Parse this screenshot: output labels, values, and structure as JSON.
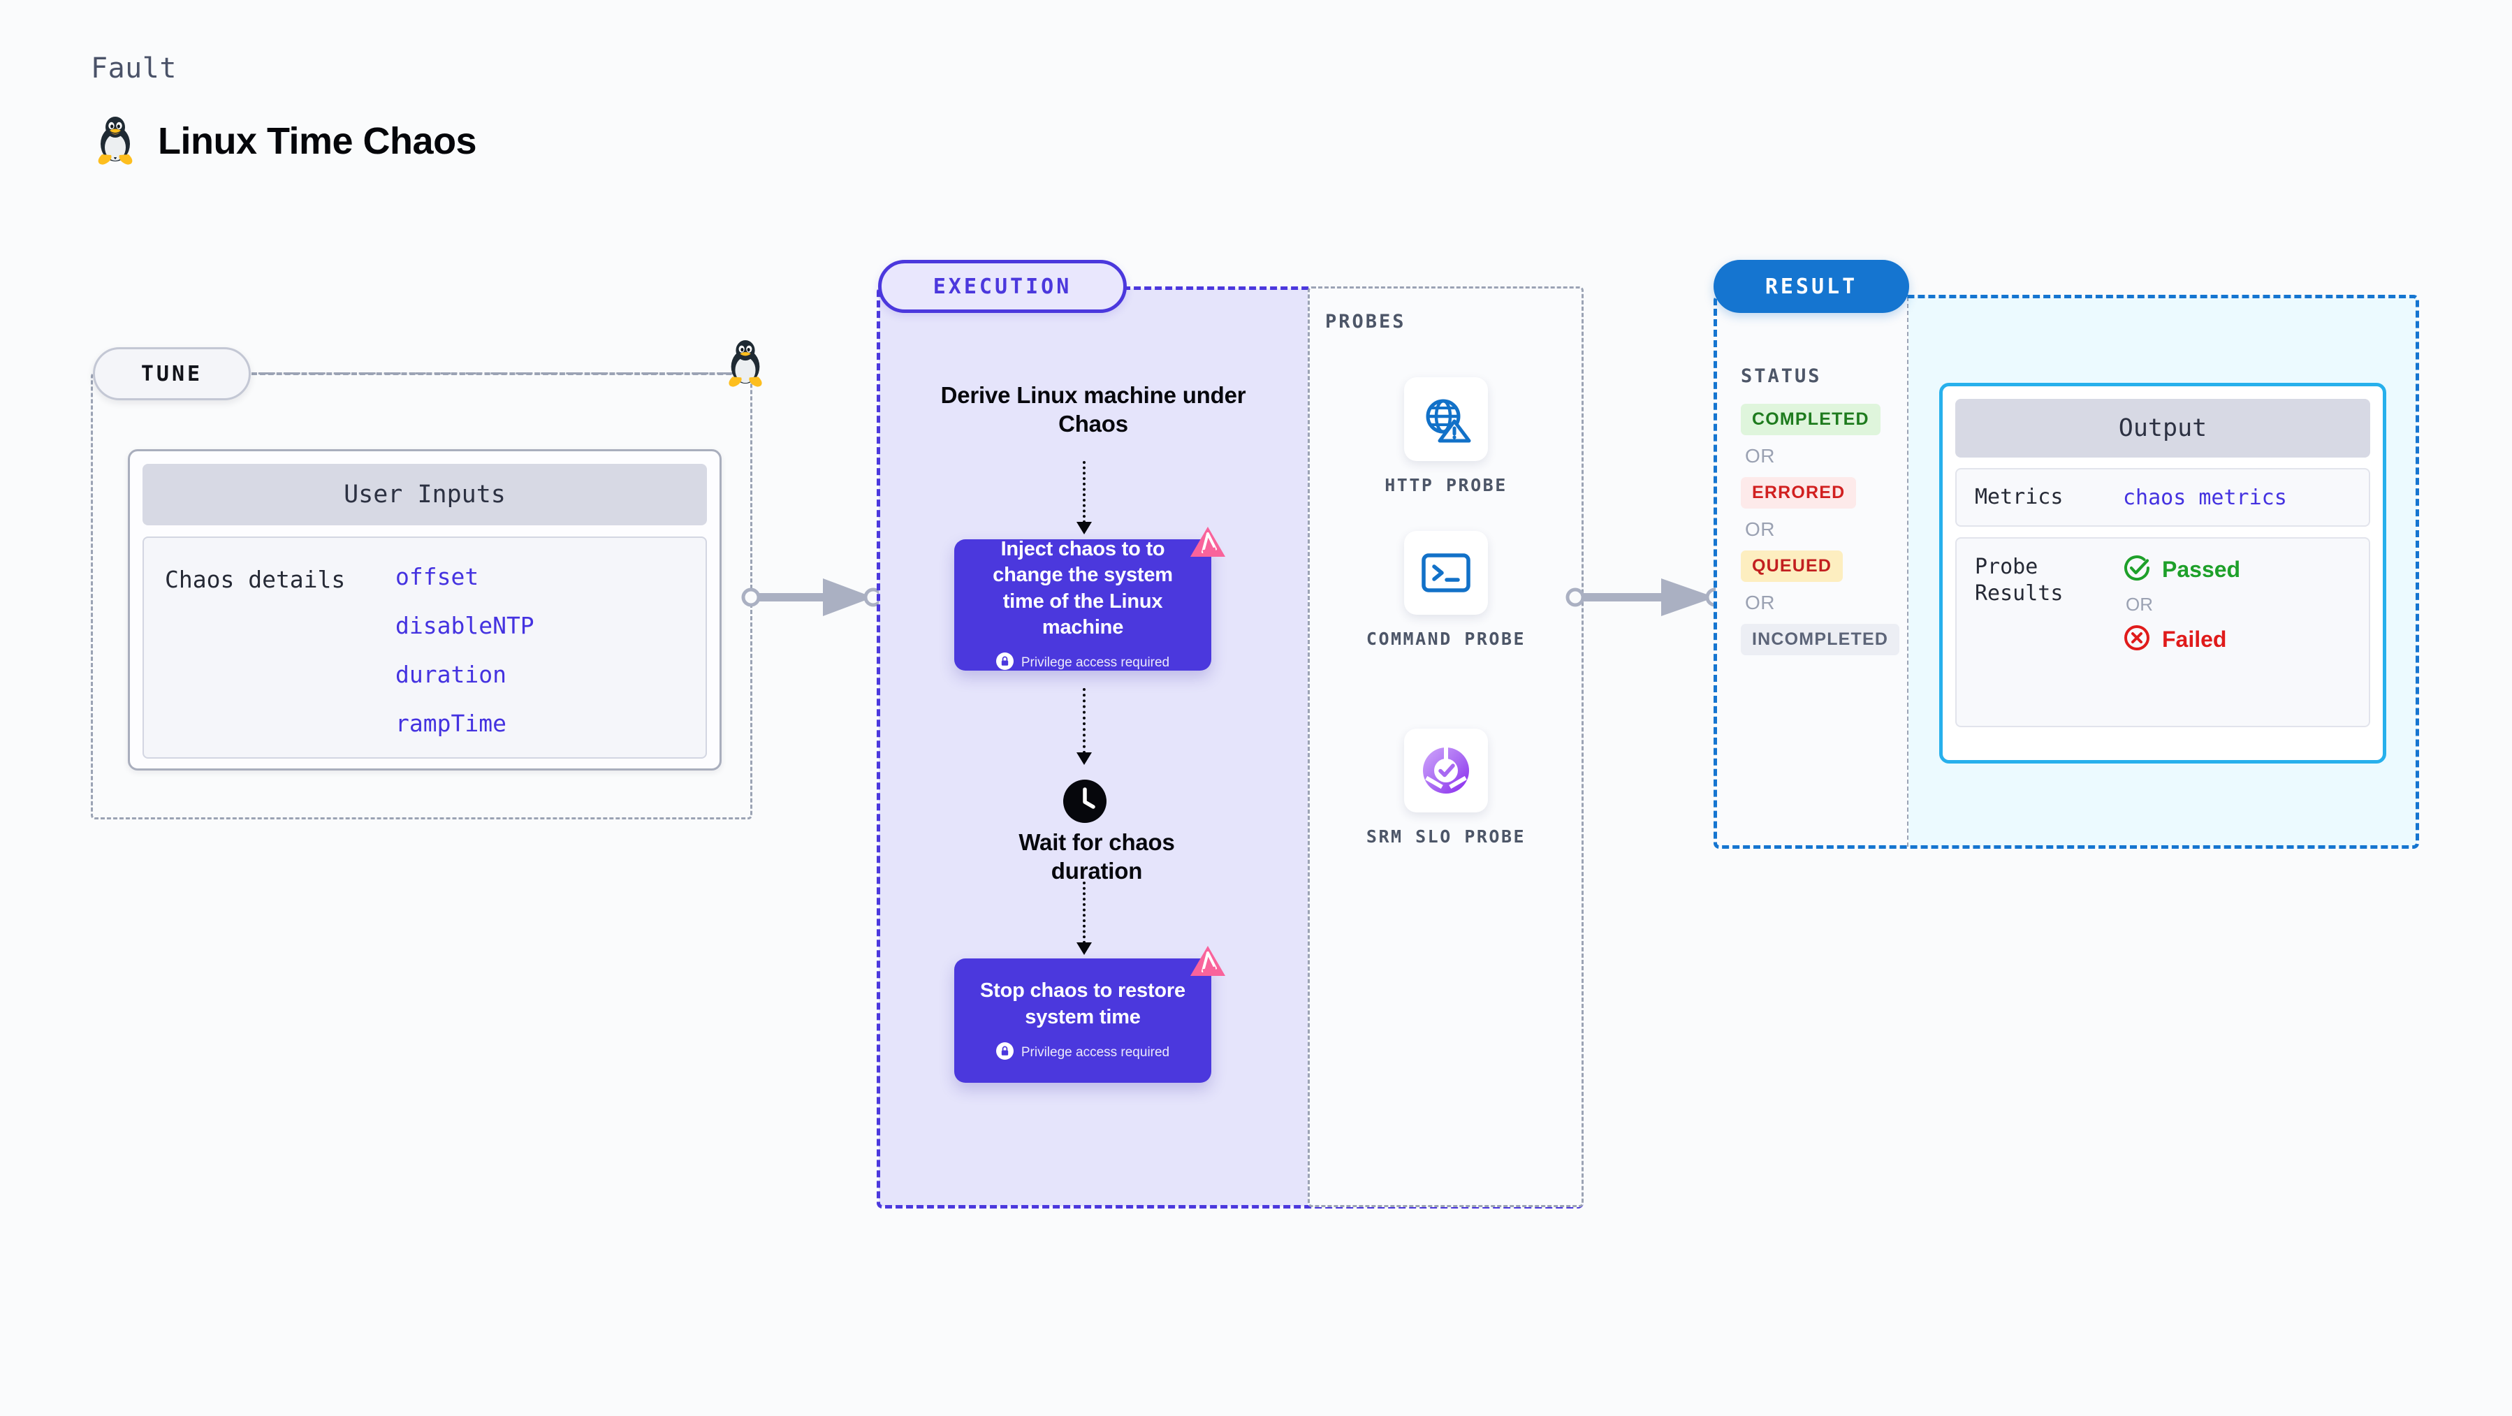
{
  "header": {
    "kicker": "Fault",
    "title": "Linux Time Chaos",
    "icon": "linux-penguin-icon"
  },
  "tune": {
    "pill_label": "TUNE",
    "card_header": "User Inputs",
    "details_label": "Chaos details",
    "params": [
      "offset",
      "disableNTP",
      "duration",
      "rampTime"
    ]
  },
  "execution": {
    "pill_label": "EXECUTION",
    "steps": {
      "derive": "Derive Linux machine under Chaos",
      "inject": "Inject chaos to to change the system time of the Linux machine",
      "wait": "Wait for chaos duration",
      "stop": "Stop chaos to restore system time"
    },
    "privilege_note": "Privilege access required",
    "badge_icon": "litmus-chaos-icon",
    "wait_icon": "clock-icon"
  },
  "probes": {
    "label": "PROBES",
    "items": [
      {
        "caption": "HTTP PROBE",
        "icon": "globe-warning-icon"
      },
      {
        "caption": "COMMAND PROBE",
        "icon": "terminal-icon"
      },
      {
        "caption": "SRM SLO PROBE",
        "icon": "slo-donut-check-icon"
      }
    ]
  },
  "result": {
    "pill_label": "RESULT",
    "status_label": "STATUS",
    "or_label": "OR",
    "statuses": [
      {
        "label": "COMPLETED",
        "color": "#1e7b1e",
        "bg": "#dff5dc"
      },
      {
        "label": "ERRORED",
        "color": "#d12020",
        "bg": "#fdeaea"
      },
      {
        "label": "QUEUED",
        "color": "#c21f1f",
        "bg": "#fdeec0"
      },
      {
        "label": "INCOMPLETED",
        "color": "#5c6478",
        "bg": "#eceef4"
      }
    ],
    "output": {
      "header": "Output",
      "metrics_label": "Metrics",
      "metrics_value": "chaos metrics",
      "probe_results_label": "Probe Results",
      "passed": {
        "label": "Passed",
        "color": "#1ea02a",
        "icon": "check-circle-icon"
      },
      "failed": {
        "label": "Failed",
        "color": "#e01b1b",
        "icon": "x-circle-icon"
      },
      "or_label": "OR"
    }
  },
  "colors": {
    "execution_purple": "#4b38dd",
    "result_blue": "#1575d0",
    "output_cyan": "#27b0ec",
    "param_blue": "#4432e0",
    "litmus_pink": "#f9639b"
  }
}
